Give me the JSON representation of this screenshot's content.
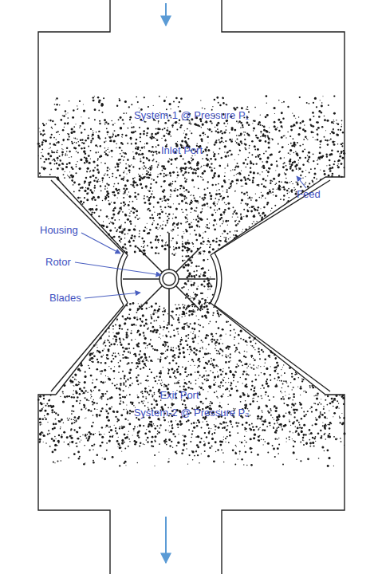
{
  "diagram": {
    "nodes": [
      {
        "text": [
          "System-1 @ Pressure P₁",
          "Inlet Port"
        ]
      },
      {
        "text": [
          "Exit Port",
          "System-2 @ Pressure P₂"
        ]
      }
    ],
    "labels": [
      "Feed",
      "Housing",
      "Rotor",
      "Blades"
    ]
  }
}
